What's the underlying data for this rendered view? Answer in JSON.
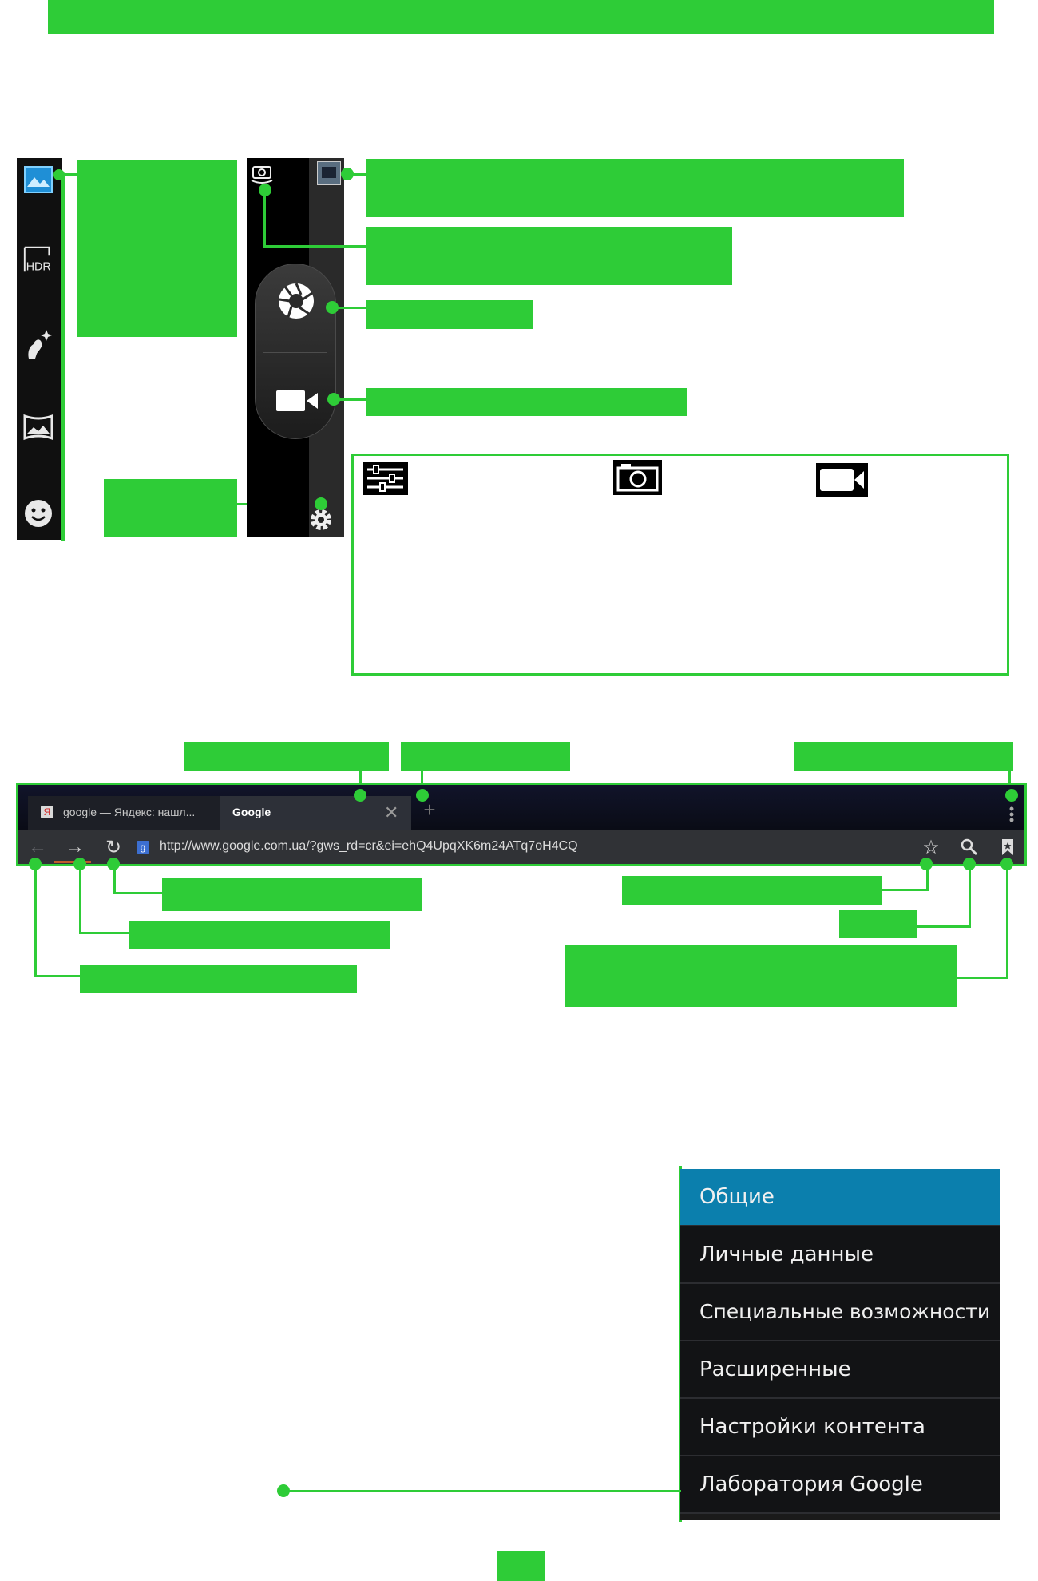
{
  "colors": {
    "accent": "#2ecc37",
    "menu_selected": "#0b7fad"
  },
  "camera": {
    "modes": [
      {
        "name": "photo-mode-icon"
      },
      {
        "name": "hdr-mode-icon",
        "label": "HDR"
      },
      {
        "name": "beauty-mode-icon"
      },
      {
        "name": "panorama-mode-icon"
      },
      {
        "name": "face-mode-icon"
      }
    ]
  },
  "browser": {
    "tabs": [
      {
        "title": "google — Яндекс: нашл...",
        "favicon": "Я"
      },
      {
        "title": "Google"
      }
    ],
    "url": "http://www.google.com.ua/?gws_rd=cr&ei=ehQ4UpqXK6m24ATq7oH4CQ",
    "site_favicon": "g"
  },
  "settings_menu": {
    "items": [
      {
        "label": "Общие",
        "selected": true
      },
      {
        "label": "Личные данные",
        "selected": false
      },
      {
        "label": "Специальные возможности",
        "selected": false
      },
      {
        "label": "Расширенные",
        "selected": false
      },
      {
        "label": "Настройки контента",
        "selected": false
      },
      {
        "label": "Лаборатория Google",
        "selected": false
      }
    ]
  }
}
